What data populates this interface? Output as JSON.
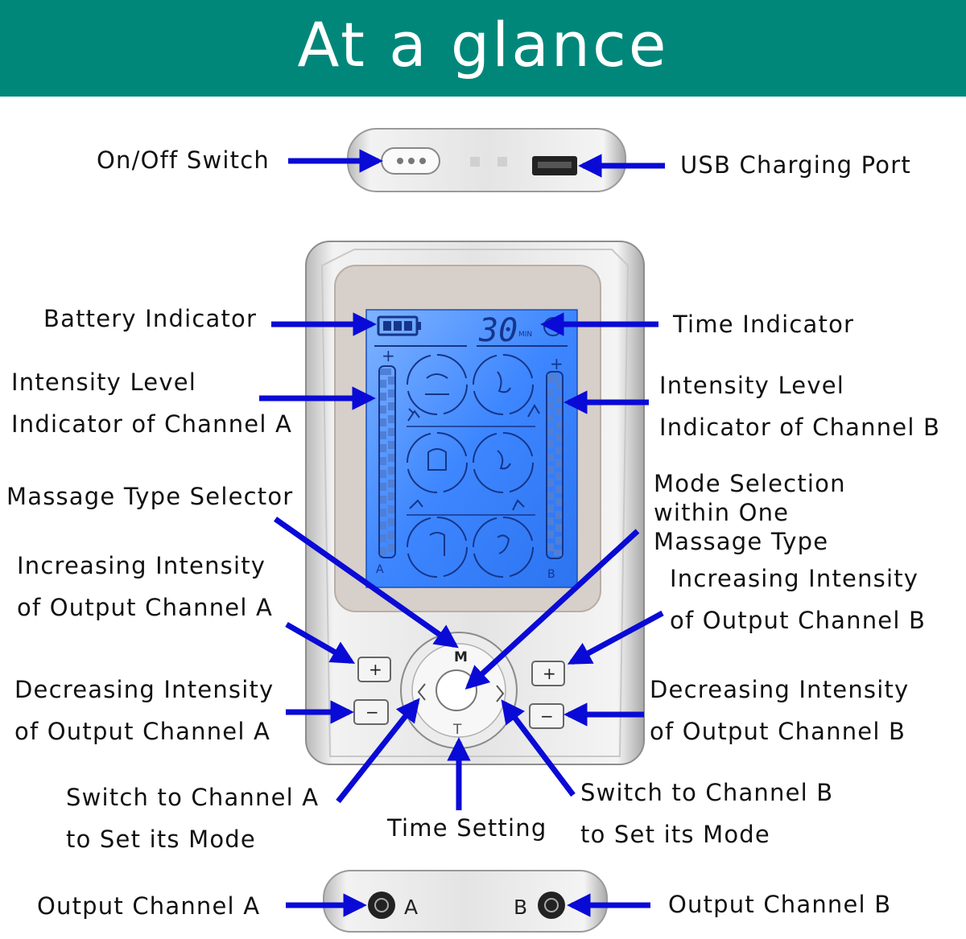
{
  "header": {
    "title": "At a glance"
  },
  "labels": {
    "on_off_switch": "On/Off Switch",
    "usb_port": "USB Charging Port",
    "battery": "Battery Indicator",
    "time_indicator": "Time Indicator",
    "intensity_a_1": "Intensity Level",
    "intensity_a_2": "Indicator of Channel A",
    "intensity_b_1": "Intensity Level",
    "intensity_b_2": "Indicator of Channel B",
    "massage_type": "Massage Type Selector",
    "mode_sel_1": "Mode Selection",
    "mode_sel_2": "within One",
    "mode_sel_3": "Massage Type",
    "inc_a_1": "Increasing Intensity",
    "inc_a_2": "of Output Channel A",
    "inc_b_1": "Increasing Intensity",
    "inc_b_2": "of Output Channel B",
    "dec_a_1": "Decreasing Intensity",
    "dec_a_2": "of Output Channel A",
    "dec_b_1": "Decreasing Intensity",
    "dec_b_2": "of Output Channel B",
    "switch_a_1": "Switch to Channel A",
    "switch_a_2": "to Set its Mode",
    "time_setting": "Time Setting",
    "switch_b_1": "Switch to Channel B",
    "switch_b_2": "to Set its Mode",
    "output_a": "Output Channel A",
    "output_b": "Output Channel B"
  },
  "device": {
    "lcd_time": "30",
    "lcd_unit": "MIN",
    "channel_a_letter": "A",
    "channel_b_letter": "B",
    "plus_sign": "+",
    "minus_sign": "−",
    "button_m": "M",
    "button_t": "T",
    "jack_a": "A",
    "jack_b": "B"
  },
  "colors": {
    "header": "#00877a",
    "arrow": "#0a0ad6",
    "lcd": "#2f7dff"
  }
}
